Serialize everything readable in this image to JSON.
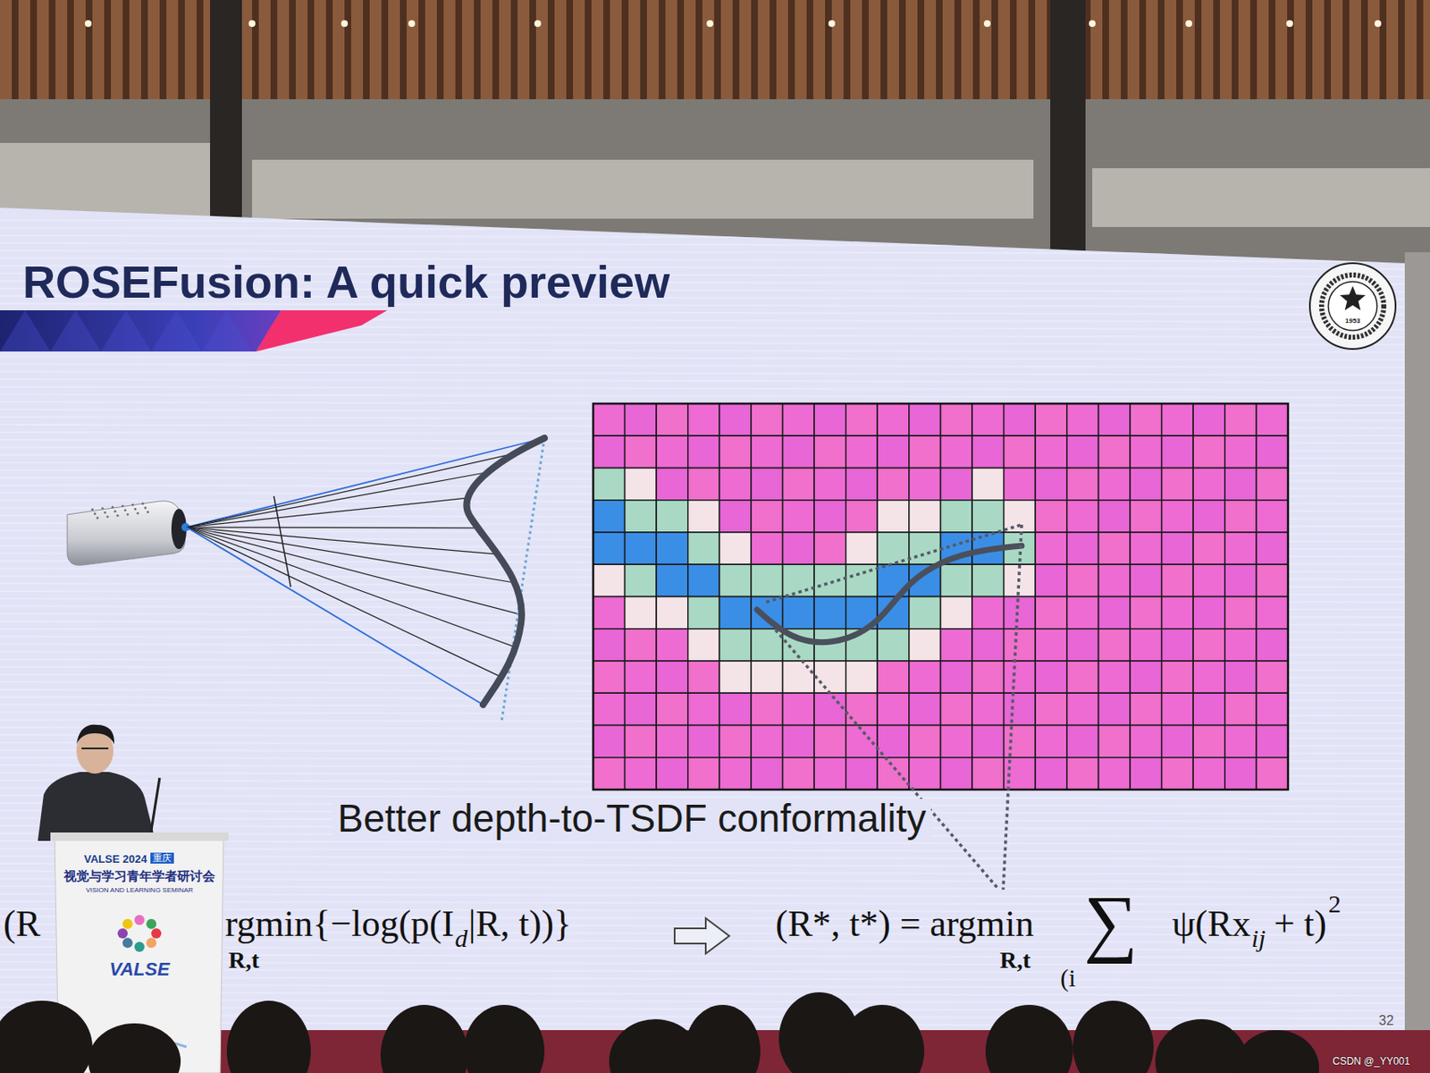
{
  "diagram": {
    "title": "ROSEFusion: A quick preview",
    "caption": "Better depth-to-TSDF conformality",
    "labels": [
      "(R",
      "rgmin",
      "{−log(p(I",
      "d",
      "|R, t))}",
      "R,t",
      "(R*, t*) = argmin",
      "R,t",
      "∑",
      "(i",
      "ψ(Rx",
      "ij",
      "+ t)",
      "2",
      "32",
      "VALSE 2024",
      "重庆",
      "视觉与学习青年学者研讨会",
      "VISION AND LEARNING SEMINAR",
      "VALSE",
      "1953",
      "CSDN @_YY001"
    ]
  }
}
